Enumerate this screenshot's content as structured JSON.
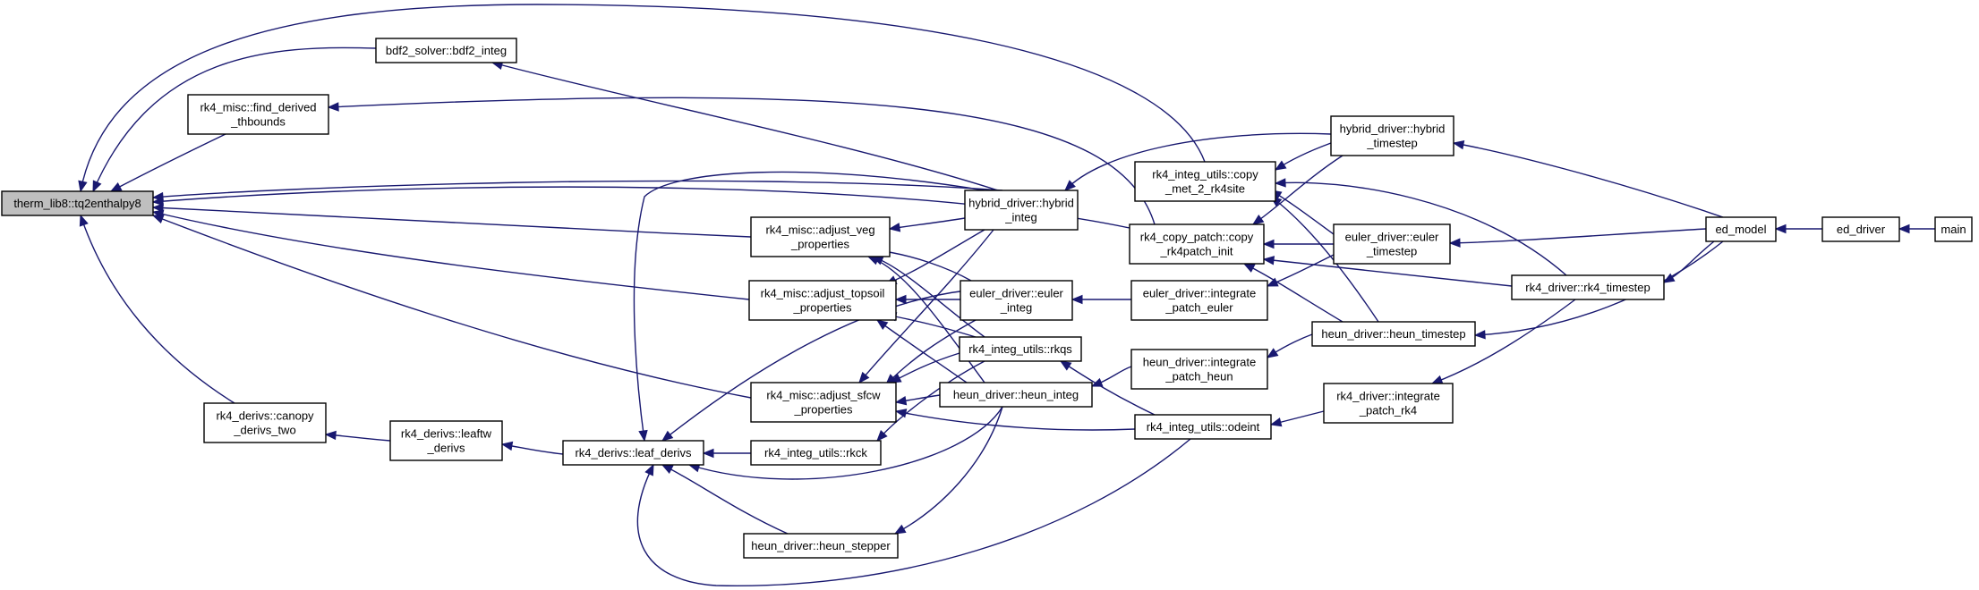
{
  "graph": {
    "edge_color": "#191970",
    "root_fill": "#bfbfbf",
    "nodes": [
      {
        "id": "tq2",
        "lines": [
          "therm_lib8::tq2enthalpy8"
        ],
        "root": true
      },
      {
        "id": "bdf2",
        "lines": [
          "bdf2_solver::bdf2_integ"
        ]
      },
      {
        "id": "findder",
        "lines": [
          "rk4_misc::find_derived",
          "_thbounds"
        ]
      },
      {
        "id": "canopy",
        "lines": [
          "rk4_derivs::canopy",
          "_derivs_two"
        ]
      },
      {
        "id": "leaftw",
        "lines": [
          "rk4_derivs::leaftw",
          "_derivs"
        ]
      },
      {
        "id": "leafd",
        "lines": [
          "rk4_derivs::leaf_derivs"
        ]
      },
      {
        "id": "veg",
        "lines": [
          "rk4_misc::adjust_veg",
          "_properties"
        ]
      },
      {
        "id": "topsoil",
        "lines": [
          "rk4_misc::adjust_topsoil",
          "_properties"
        ]
      },
      {
        "id": "sfcw",
        "lines": [
          "rk4_misc::adjust_sfcw",
          "_properties"
        ]
      },
      {
        "id": "rkck",
        "lines": [
          "rk4_integ_utils::rkck"
        ]
      },
      {
        "id": "heunstep",
        "lines": [
          "heun_driver::heun_stepper"
        ]
      },
      {
        "id": "hybinteg",
        "lines": [
          "hybrid_driver::hybrid",
          "_integ"
        ]
      },
      {
        "id": "eulinteg",
        "lines": [
          "euler_driver::euler",
          "_integ"
        ]
      },
      {
        "id": "rkqs",
        "lines": [
          "rk4_integ_utils::rkqs"
        ]
      },
      {
        "id": "heuninteg",
        "lines": [
          "heun_driver::heun_integ"
        ]
      },
      {
        "id": "copymet",
        "lines": [
          "rk4_integ_utils::copy",
          "_met_2_rk4site"
        ]
      },
      {
        "id": "copypatch",
        "lines": [
          "rk4_copy_patch::copy",
          "_rk4patch_init"
        ]
      },
      {
        "id": "inteuler",
        "lines": [
          "euler_driver::integrate",
          "_patch_euler"
        ]
      },
      {
        "id": "intheun",
        "lines": [
          "heun_driver::integrate",
          "_patch_heun"
        ]
      },
      {
        "id": "odeint",
        "lines": [
          "rk4_integ_utils::odeint"
        ]
      },
      {
        "id": "hybts",
        "lines": [
          "hybrid_driver::hybrid",
          "_timestep"
        ]
      },
      {
        "id": "eults",
        "lines": [
          "euler_driver::euler",
          "_timestep"
        ]
      },
      {
        "id": "heunts",
        "lines": [
          "heun_driver::heun_timestep"
        ]
      },
      {
        "id": "intrk4",
        "lines": [
          "rk4_driver::integrate",
          "_patch_rk4"
        ]
      },
      {
        "id": "rk4ts",
        "lines": [
          "rk4_driver::rk4_timestep"
        ]
      },
      {
        "id": "edmodel",
        "lines": [
          "ed_model"
        ]
      },
      {
        "id": "eddriver",
        "lines": [
          "ed_driver"
        ]
      },
      {
        "id": "main",
        "lines": [
          "main"
        ]
      }
    ],
    "edges": [
      [
        "bdf2",
        "tq2"
      ],
      [
        "findder",
        "tq2"
      ],
      [
        "canopy",
        "tq2"
      ],
      [
        "hybinteg",
        "tq2"
      ],
      [
        "veg",
        "tq2"
      ],
      [
        "topsoil",
        "tq2"
      ],
      [
        "sfcw",
        "tq2"
      ],
      [
        "copymet",
        "tq2"
      ],
      [
        "copypatch",
        "tq2"
      ],
      [
        "leaftw",
        "canopy"
      ],
      [
        "leafd",
        "leaftw"
      ],
      [
        "hybinteg",
        "bdf2"
      ],
      [
        "copypatch",
        "findder"
      ],
      [
        "hybinteg",
        "veg"
      ],
      [
        "eulinteg",
        "veg"
      ],
      [
        "rkqs",
        "veg"
      ],
      [
        "heuninteg",
        "veg"
      ],
      [
        "eulinteg",
        "topsoil"
      ],
      [
        "rkqs",
        "topsoil"
      ],
      [
        "heuninteg",
        "topsoil"
      ],
      [
        "hybinteg",
        "topsoil"
      ],
      [
        "heuninteg",
        "sfcw"
      ],
      [
        "odeint",
        "sfcw"
      ],
      [
        "eulinteg",
        "sfcw"
      ],
      [
        "rkqs",
        "sfcw"
      ],
      [
        "hybinteg",
        "sfcw"
      ],
      [
        "rkck",
        "leafd"
      ],
      [
        "heunstep",
        "leafd"
      ],
      [
        "heuninteg",
        "leafd"
      ],
      [
        "odeint",
        "leafd"
      ],
      [
        "hybinteg",
        "leafd"
      ],
      [
        "eulinteg",
        "leafd"
      ],
      [
        "rkqs",
        "rkck"
      ],
      [
        "heuninteg",
        "heunstep"
      ],
      [
        "hybts",
        "hybinteg"
      ],
      [
        "inteuler",
        "eulinteg"
      ],
      [
        "intheun",
        "heuninteg"
      ],
      [
        "odeint",
        "rkqs"
      ],
      [
        "hybts",
        "copymet"
      ],
      [
        "eults",
        "copymet"
      ],
      [
        "heunts",
        "copymet"
      ],
      [
        "rk4ts",
        "copymet"
      ],
      [
        "hybts",
        "copypatch"
      ],
      [
        "eults",
        "copypatch"
      ],
      [
        "heunts",
        "copypatch"
      ],
      [
        "rk4ts",
        "copypatch"
      ],
      [
        "eults",
        "inteuler"
      ],
      [
        "heunts",
        "intheun"
      ],
      [
        "intrk4",
        "odeint"
      ],
      [
        "edmodel",
        "hybts"
      ],
      [
        "edmodel",
        "eults"
      ],
      [
        "edmodel",
        "heunts"
      ],
      [
        "edmodel",
        "rk4ts"
      ],
      [
        "rk4ts",
        "intrk4"
      ],
      [
        "eddriver",
        "edmodel"
      ],
      [
        "main",
        "eddriver"
      ]
    ]
  }
}
